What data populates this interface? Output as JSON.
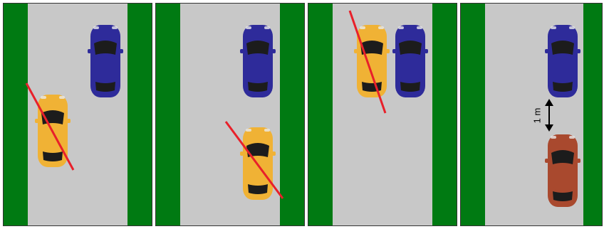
{
  "colors": {
    "road": "#c8c8c8",
    "grass": "#007a12",
    "blue_car": "#2e2b9a",
    "yellow_car": "#f0b235",
    "red_car": "#a9492e",
    "cross": "#e8202a"
  },
  "panels": [
    {
      "id": 1,
      "verdict": "incorrect",
      "cars": [
        "blue-car",
        "yellow-car"
      ]
    },
    {
      "id": 2,
      "verdict": "incorrect",
      "cars": [
        "blue-car",
        "yellow-car"
      ]
    },
    {
      "id": 3,
      "verdict": "incorrect",
      "cars": [
        "yellow-car",
        "blue-car"
      ]
    },
    {
      "id": 4,
      "verdict": "correct",
      "cars": [
        "blue-car",
        "red-car"
      ]
    }
  ],
  "distance_label": "1 m"
}
